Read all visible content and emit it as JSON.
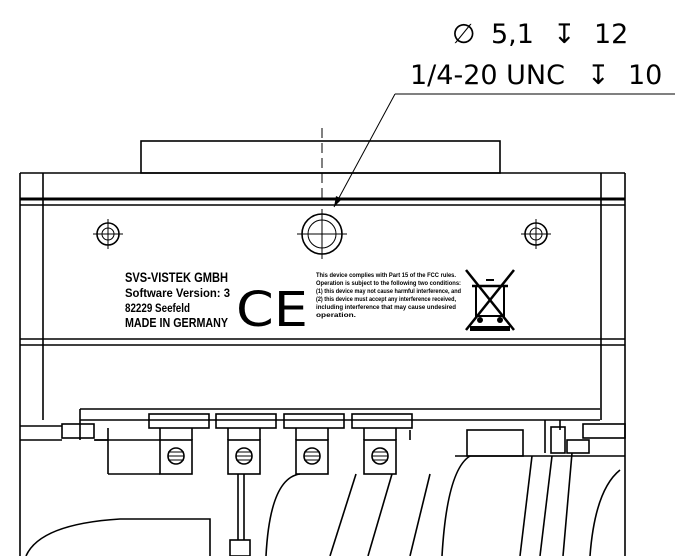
{
  "callout": {
    "line1": {
      "diameter_symbol": "∅",
      "value": "5,1",
      "depth_symbol": "↧",
      "depth": "12"
    },
    "line2": {
      "thread": "1/4-20 UNC",
      "depth_symbol": "↧",
      "depth": "10"
    }
  },
  "label": {
    "manufacturer": "SVS-VISTEK GMBH",
    "line2": "Software Version: 3",
    "line3": "82229 Seefeld",
    "line4": "MADE IN GERMANY",
    "ce_mark": "CE",
    "fcc_lines": [
      "This device complies with Part 15 of the FCC rules.",
      "Operation is subject to the following two conditions:",
      "(1) this device may not cause harmful interference, and",
      "(2) this device must accept any interference received,",
      "including interference that may cause undesired",
      "operation."
    ]
  },
  "icons": {
    "weee": "crossed-out-wheelie-bin-icon",
    "mount_hole": "crosshair-hole-icon"
  }
}
